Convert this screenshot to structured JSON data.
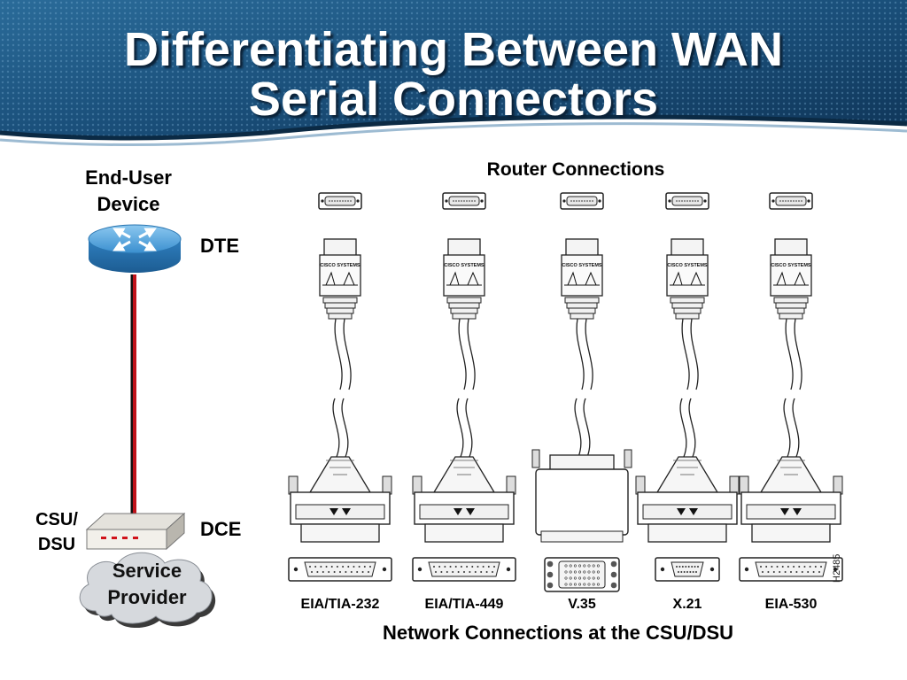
{
  "slide": {
    "title_line1": "Differentiating Between WAN",
    "title_line2": "Serial Connectors"
  },
  "left": {
    "end_user_device": "End-User\nDevice",
    "dte": "DTE",
    "csu_dsu": "CSU/\nDSU",
    "dce": "DCE",
    "service_provider": "Service\nProvider"
  },
  "right": {
    "router_connections": "Router Connections",
    "cable_brand": "CISCO SYSTEMS",
    "network_connections": "Network Connections at the CSU/DSU",
    "figure_id": "H2485",
    "cables": [
      {
        "label": "EIA/TIA-232"
      },
      {
        "label": "EIA/TIA-449"
      },
      {
        "label": "V.35"
      },
      {
        "label": "X.21"
      },
      {
        "label": "EIA-530"
      }
    ]
  },
  "colors": {
    "header_blue": "#1f5a86",
    "header_dark": "#123a5c",
    "router_blue": "#3a8fcf",
    "cloud_gray": "#d6d9dd",
    "link_red": "#c0121a"
  }
}
